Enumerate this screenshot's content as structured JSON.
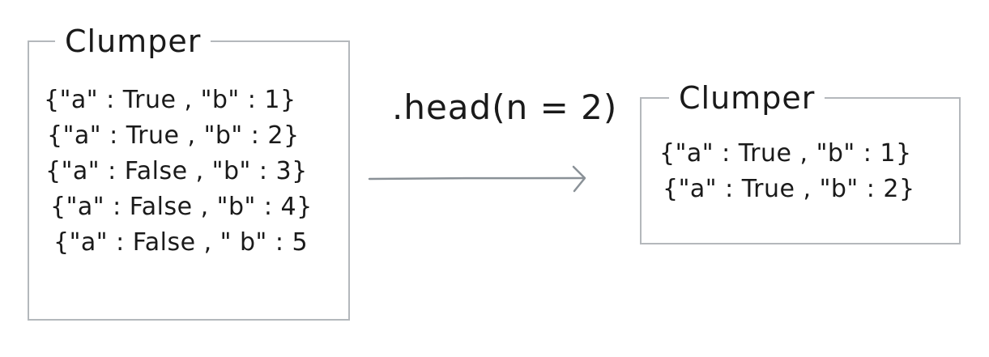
{
  "input": {
    "title": "Clumper",
    "rows": [
      "{\"a\" : True , \"b\" : 1}",
      "{\"a\" : True , \"b\" : 2}",
      "{\"a\" : False , \"b\" : 3}",
      "{\"a\" : False , \"b\" : 4}",
      "{\"a\" : False , \" b\" : 5"
    ]
  },
  "operation": {
    "label": ".head(n = 2)"
  },
  "output": {
    "title": "Clumper",
    "rows": [
      "{\"a\" : True , \"b\" : 1}",
      "{\"a\" : True , \"b\" : 2}"
    ]
  },
  "colors": {
    "frame": "#b4b8bc",
    "arrow": "#8a9197",
    "ink": "#1a1a1a"
  },
  "icons": {
    "arrow": "arrow-right-icon"
  }
}
